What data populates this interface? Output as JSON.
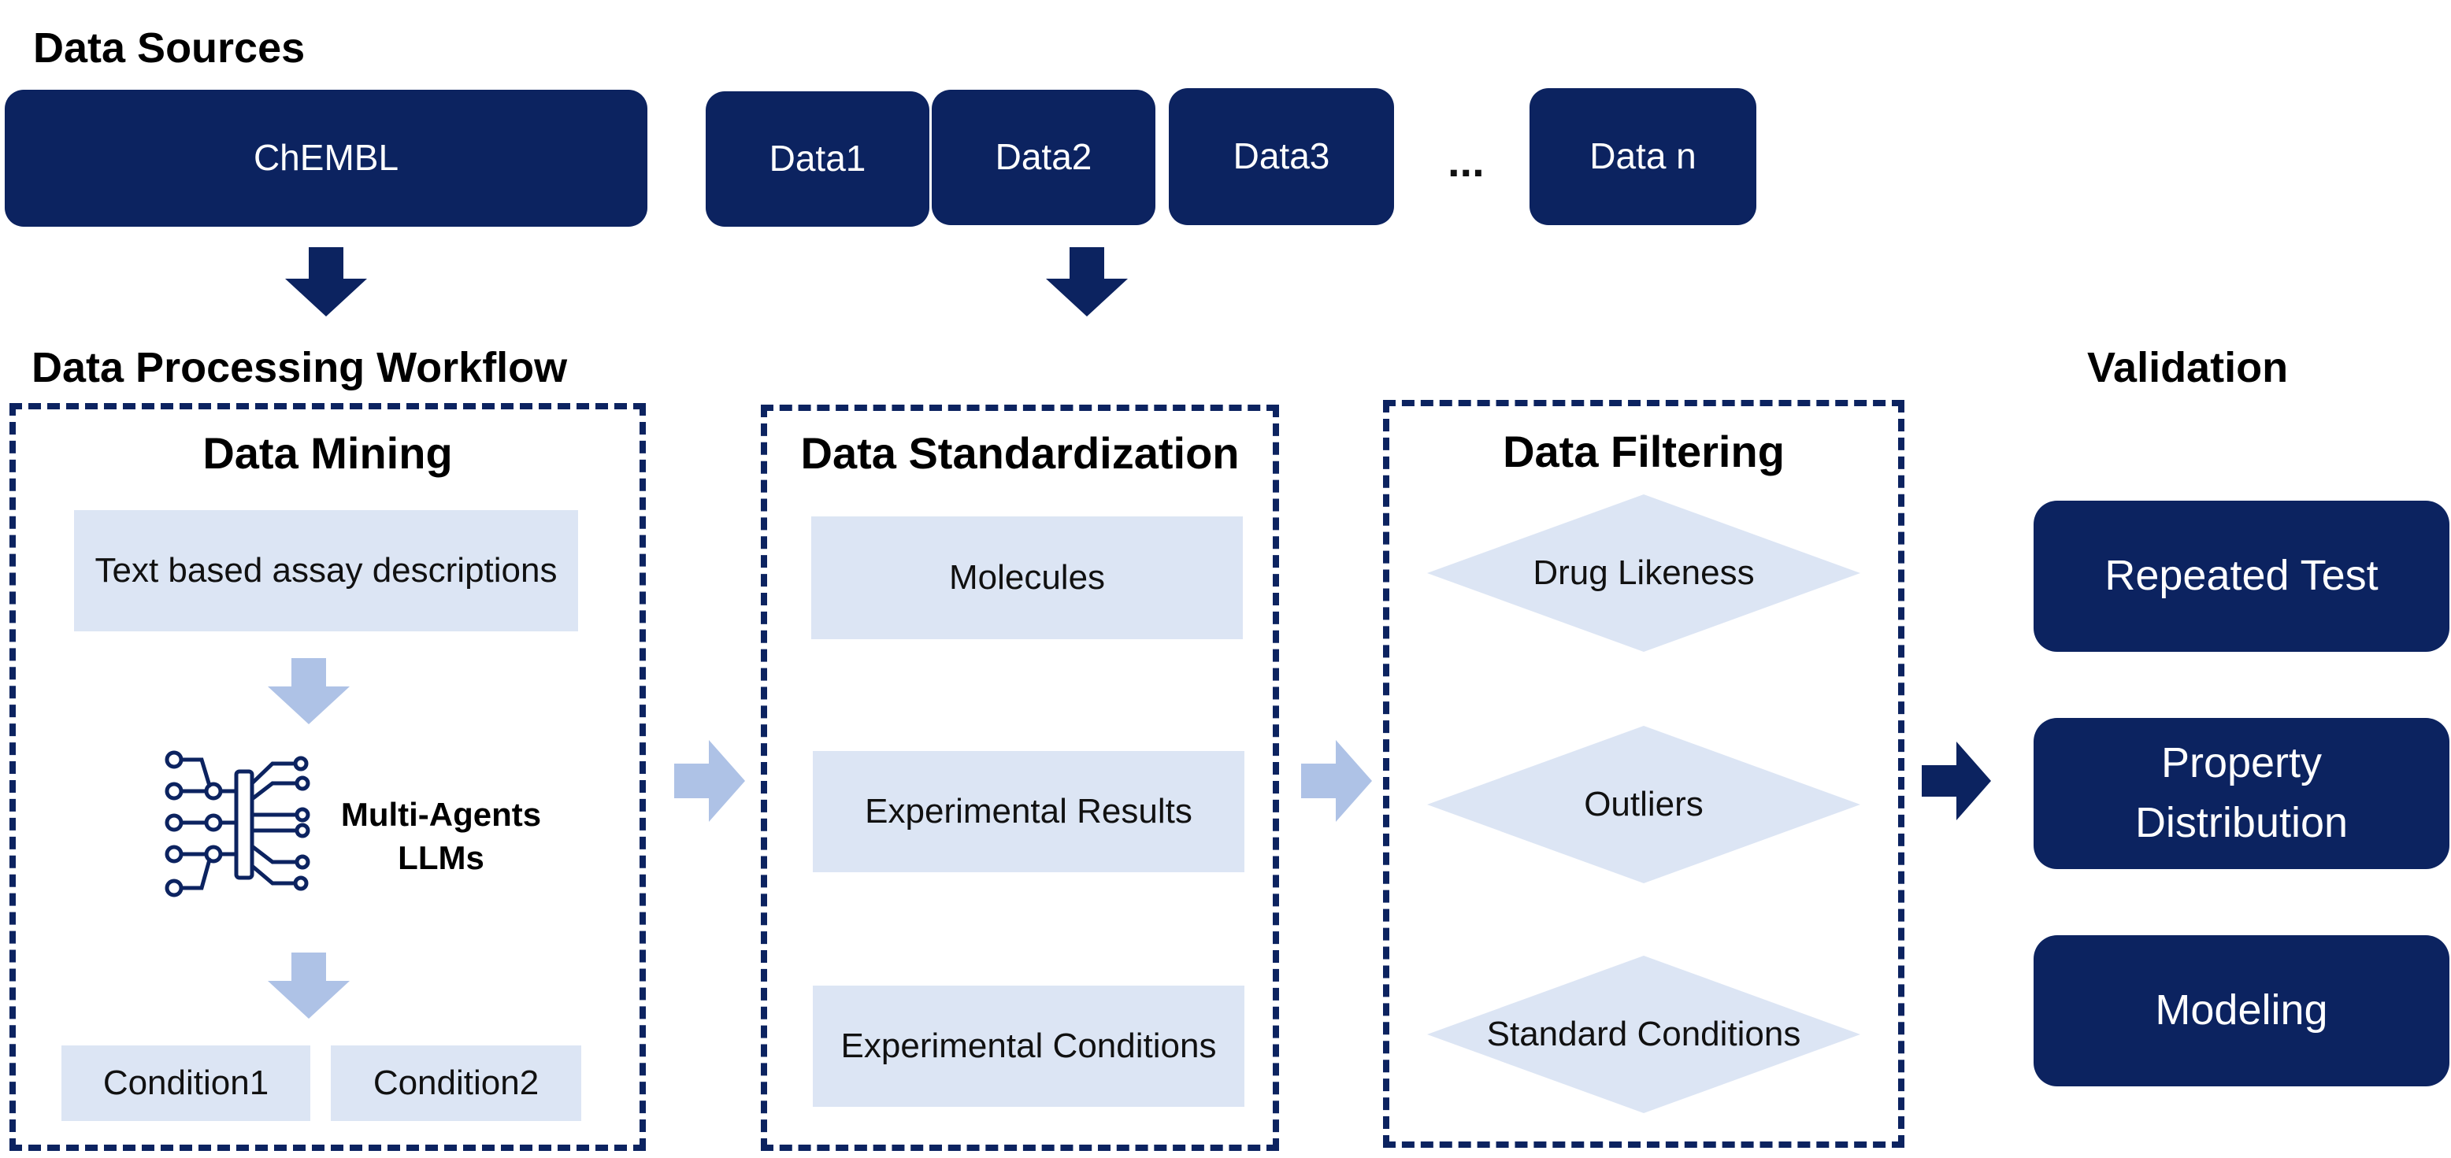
{
  "sources": {
    "heading": "Data Sources",
    "chembl": "ChEMBL",
    "data1": "Data1",
    "data2": "Data2",
    "data3": "Data3",
    "ellipsis": "...",
    "datan": "Data n"
  },
  "workflow": {
    "heading": "Data Processing Workflow",
    "mining": {
      "title": "Data Mining",
      "text_box": "Text based assay descriptions",
      "llm_line1": "Multi-Agents",
      "llm_line2": "LLMs",
      "condition1": "Condition1",
      "condition2": "Condition2"
    },
    "standardization": {
      "title": "Data Standardization",
      "items": [
        "Molecules",
        "Experimental Results",
        "Experimental Conditions"
      ]
    },
    "filtering": {
      "title": "Data Filtering",
      "items": [
        "Drug Likeness",
        "Outliers",
        "Standard Conditions"
      ]
    }
  },
  "validation": {
    "heading": "Validation",
    "items": [
      "Repeated Test",
      "Property Distribution",
      "Modeling"
    ]
  },
  "colors": {
    "navy": "#0c2360",
    "light_box": "#dce5f4",
    "light_arrow": "#aec2e6"
  },
  "icons": [
    "down-arrow-icon",
    "right-arrow-icon",
    "neural-network-icon"
  ]
}
